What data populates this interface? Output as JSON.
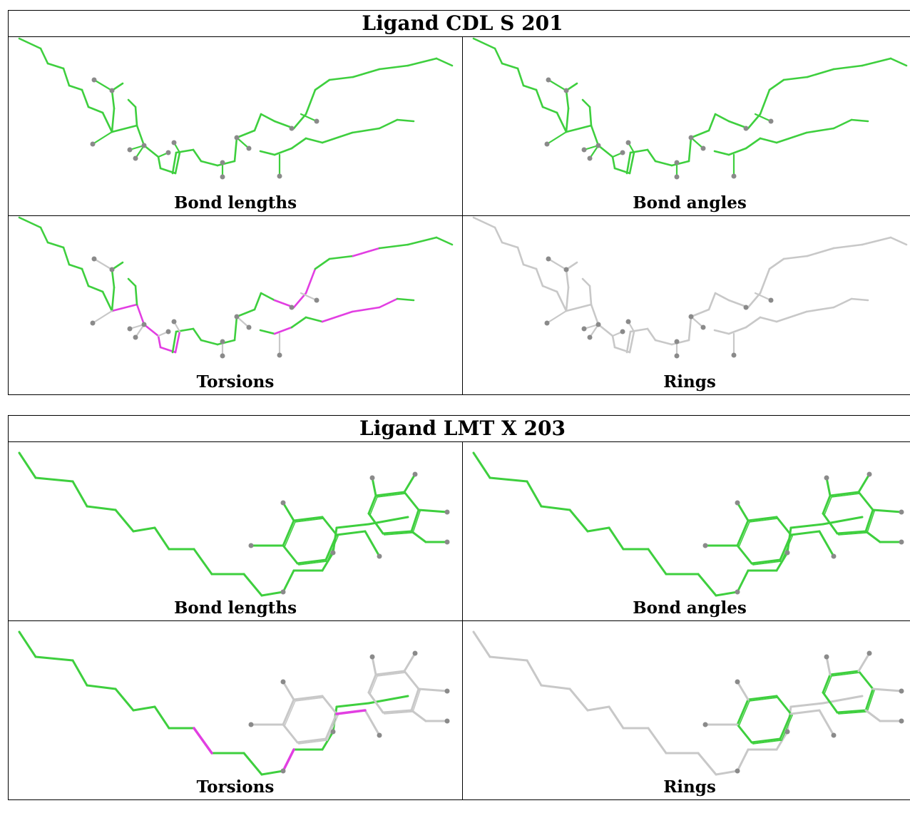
{
  "colors": {
    "ok": "#3ecf3e",
    "outlier": "#e23ee2",
    "na": "#c8c8c8",
    "atom": "#8a8a8a"
  },
  "ligands": [
    {
      "title": "Ligand CDL S 201",
      "molecule": "CDL",
      "panels": [
        {
          "caption": "Bond lengths",
          "coloring": "green"
        },
        {
          "caption": "Bond angles",
          "coloring": "green"
        },
        {
          "caption": "Torsions",
          "coloring": "torsion"
        },
        {
          "caption": "Rings",
          "coloring": "grey"
        }
      ]
    },
    {
      "title": "Ligand LMT X 203",
      "molecule": "LMT",
      "panels": [
        {
          "caption": "Bond lengths",
          "coloring": "green"
        },
        {
          "caption": "Bond angles",
          "coloring": "green"
        },
        {
          "caption": "Torsions",
          "coloring": "torsion"
        },
        {
          "caption": "Rings",
          "coloring": "rings"
        }
      ]
    }
  ]
}
